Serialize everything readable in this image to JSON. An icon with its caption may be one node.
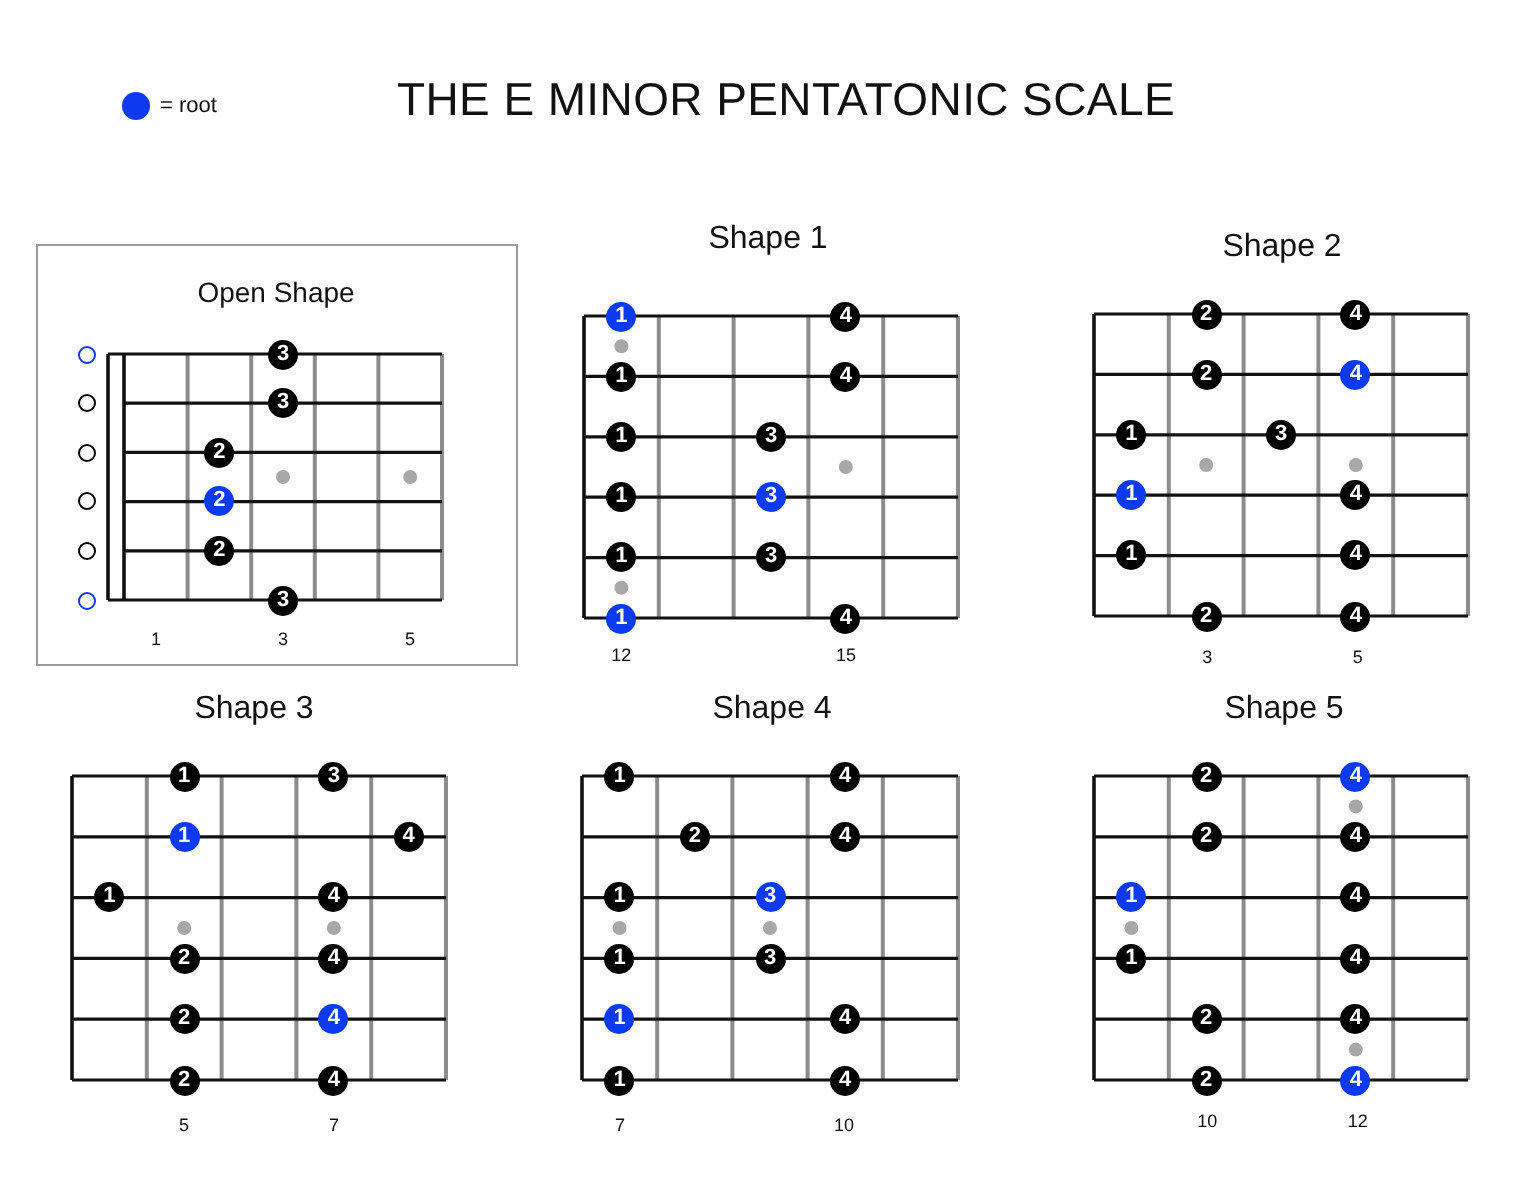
{
  "diagram": {
    "title": "THE E MINOR PENTATONIC SCALE",
    "nodes": [
      {
        "text": [
          "Open Shape"
        ]
      },
      {
        "text": [],
        "shape": "circle",
        "in": 0
      },
      {
        "text": [],
        "shape": "circle",
        "in": 0
      },
      {
        "text": [],
        "shape": "circle",
        "in": 0
      },
      {
        "text": [],
        "shape": "circle",
        "in": 0
      },
      {
        "text": [],
        "shape": "circle",
        "in": 0
      },
      {
        "text": [],
        "shape": "circle",
        "in": 0
      },
      {
        "text": [
          "3"
        ],
        "in": 0
      },
      {
        "text": [
          "3"
        ],
        "in": 0
      },
      {
        "text": [
          "2"
        ],
        "in": 0
      },
      {
        "text": [
          "2"
        ],
        "in": 0
      },
      {
        "text": [
          "2"
        ],
        "in": 0
      },
      {
        "text": [
          "3"
        ],
        "in": 0
      },
      {
        "text": [
          "1"
        ]
      },
      {
        "text": [
          "4"
        ]
      },
      {
        "text": [
          "1"
        ]
      },
      {
        "text": [
          "4"
        ]
      },
      {
        "text": [
          "1"
        ]
      },
      {
        "text": [
          "3"
        ]
      },
      {
        "text": [
          "1"
        ]
      },
      {
        "text": [
          "3"
        ]
      },
      {
        "text": [
          "1"
        ]
      },
      {
        "text": [
          "3"
        ]
      },
      {
        "text": [
          "1"
        ]
      },
      {
        "text": [
          "4"
        ]
      },
      {
        "text": [
          "2"
        ]
      },
      {
        "text": [
          "4"
        ]
      },
      {
        "text": [
          "2"
        ]
      },
      {
        "text": [
          "4"
        ]
      },
      {
        "text": [
          "1"
        ]
      },
      {
        "text": [
          "3"
        ]
      },
      {
        "text": [
          "1"
        ]
      },
      {
        "text": [
          "4"
        ]
      },
      {
        "text": [
          "1"
        ]
      },
      {
        "text": [
          "4"
        ]
      },
      {
        "text": [
          "2"
        ]
      },
      {
        "text": [
          "4"
        ]
      },
      {
        "text": [
          "1"
        ]
      },
      {
        "text": [
          "3"
        ]
      },
      {
        "text": [
          "1"
        ]
      },
      {
        "text": [
          "4"
        ]
      },
      {
        "text": [
          "1"
        ]
      },
      {
        "text": [
          "4"
        ]
      },
      {
        "text": [
          "2"
        ]
      },
      {
        "text": [
          "4"
        ]
      },
      {
        "text": [
          "2"
        ]
      },
      {
        "text": [
          "4"
        ]
      },
      {
        "text": [
          "2"
        ]
      },
      {
        "text": [
          "4"
        ]
      },
      {
        "text": [
          "1"
        ]
      },
      {
        "text": [
          "4"
        ]
      },
      {
        "text": [
          "2"
        ]
      },
      {
        "text": [
          "4"
        ]
      },
      {
        "text": [
          "1"
        ]
      },
      {
        "text": [
          "3"
        ]
      },
      {
        "text": [
          "1"
        ]
      },
      {
        "text": [
          "3"
        ]
      },
      {
        "text": [
          "1"
        ]
      },
      {
        "text": [
          "4"
        ]
      },
      {
        "text": [
          "1"
        ]
      },
      {
        "text": [
          "4"
        ]
      },
      {
        "text": [
          "2"
        ]
      },
      {
        "text": [
          "4"
        ]
      },
      {
        "text": [
          "2"
        ]
      },
      {
        "text": [
          "4"
        ]
      },
      {
        "text": [
          "1"
        ]
      },
      {
        "text": [
          "4"
        ]
      },
      {
        "text": [
          "1"
        ]
      },
      {
        "text": [
          "4"
        ]
      },
      {
        "text": [
          "2"
        ]
      },
      {
        "text": [
          "4"
        ]
      },
      {
        "text": [
          "2"
        ]
      },
      {
        "text": [
          "4"
        ]
      }
    ],
    "labels": [
      "Shape 1",
      "Shape 2",
      "1",
      "3",
      "5",
      "12",
      "15",
      "3",
      "5",
      "Shape 3",
      "Shape 4",
      "Shape 5",
      "5",
      "7",
      "7",
      "10",
      "10",
      "12"
    ],
    "legend": [
      {
        "text": "= root",
        "color": "#0b3af0"
      }
    ]
  }
}
